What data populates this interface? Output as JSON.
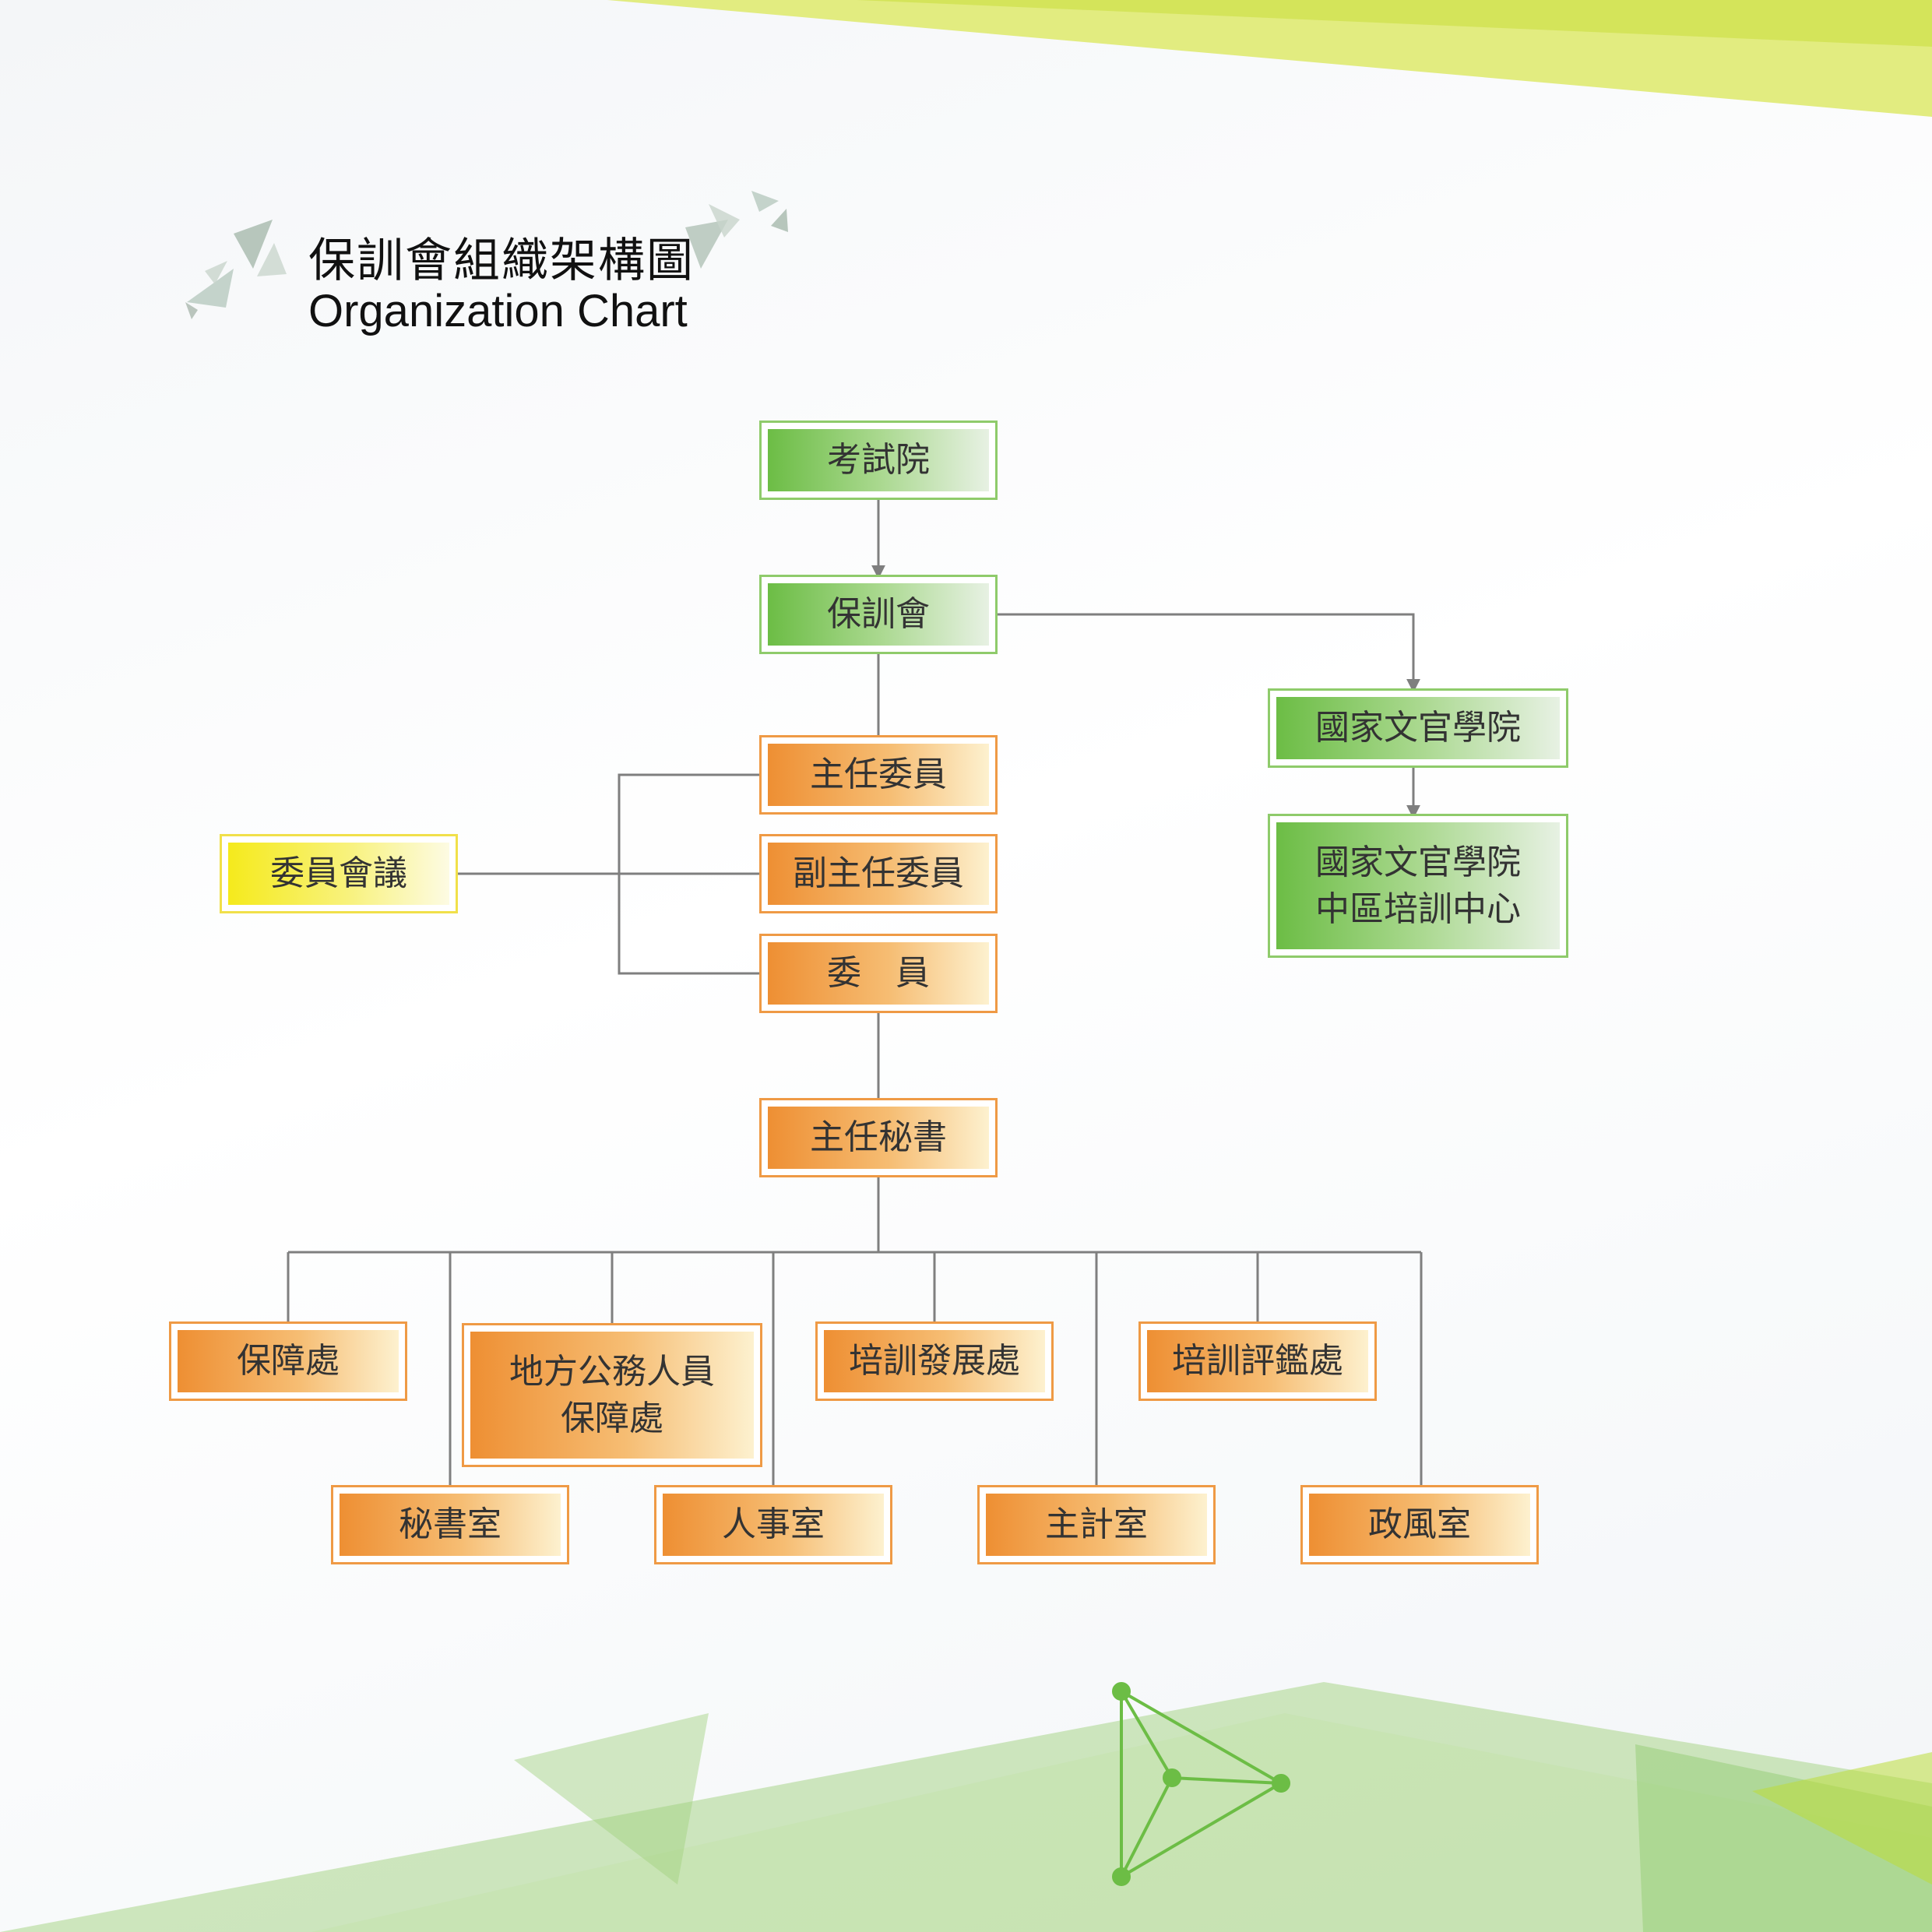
{
  "title": {
    "zh": "保訓會組織架構圖",
    "en": "Organization Chart"
  },
  "nodes": {
    "exam_yuan": "考試院",
    "csptc": "保訓會",
    "naca": "國家文官學院",
    "naca_central_line1": "國家文官學院",
    "naca_central_line2": "中區培訓中心",
    "minister": "主任委員",
    "vice_minister": "副主任委員",
    "commissioner": "委　員",
    "council_meeting": "委員會議",
    "secretary_general": "主任秘書",
    "protection_dept": "保障處",
    "local_protection_line1": "地方公務人員",
    "local_protection_line2": "保障處",
    "training_dev_dept": "培訓發展處",
    "training_eval_dept": "培訓評鑑處",
    "secretariat": "秘書室",
    "personnel_office": "人事室",
    "accounting_office": "主計室",
    "ethics_office": "政風室"
  },
  "colors": {
    "green": "#6cbd45",
    "orange": "#ee8f33",
    "yellow": "#f5ea1c",
    "connector": "#7f7f7f"
  }
}
